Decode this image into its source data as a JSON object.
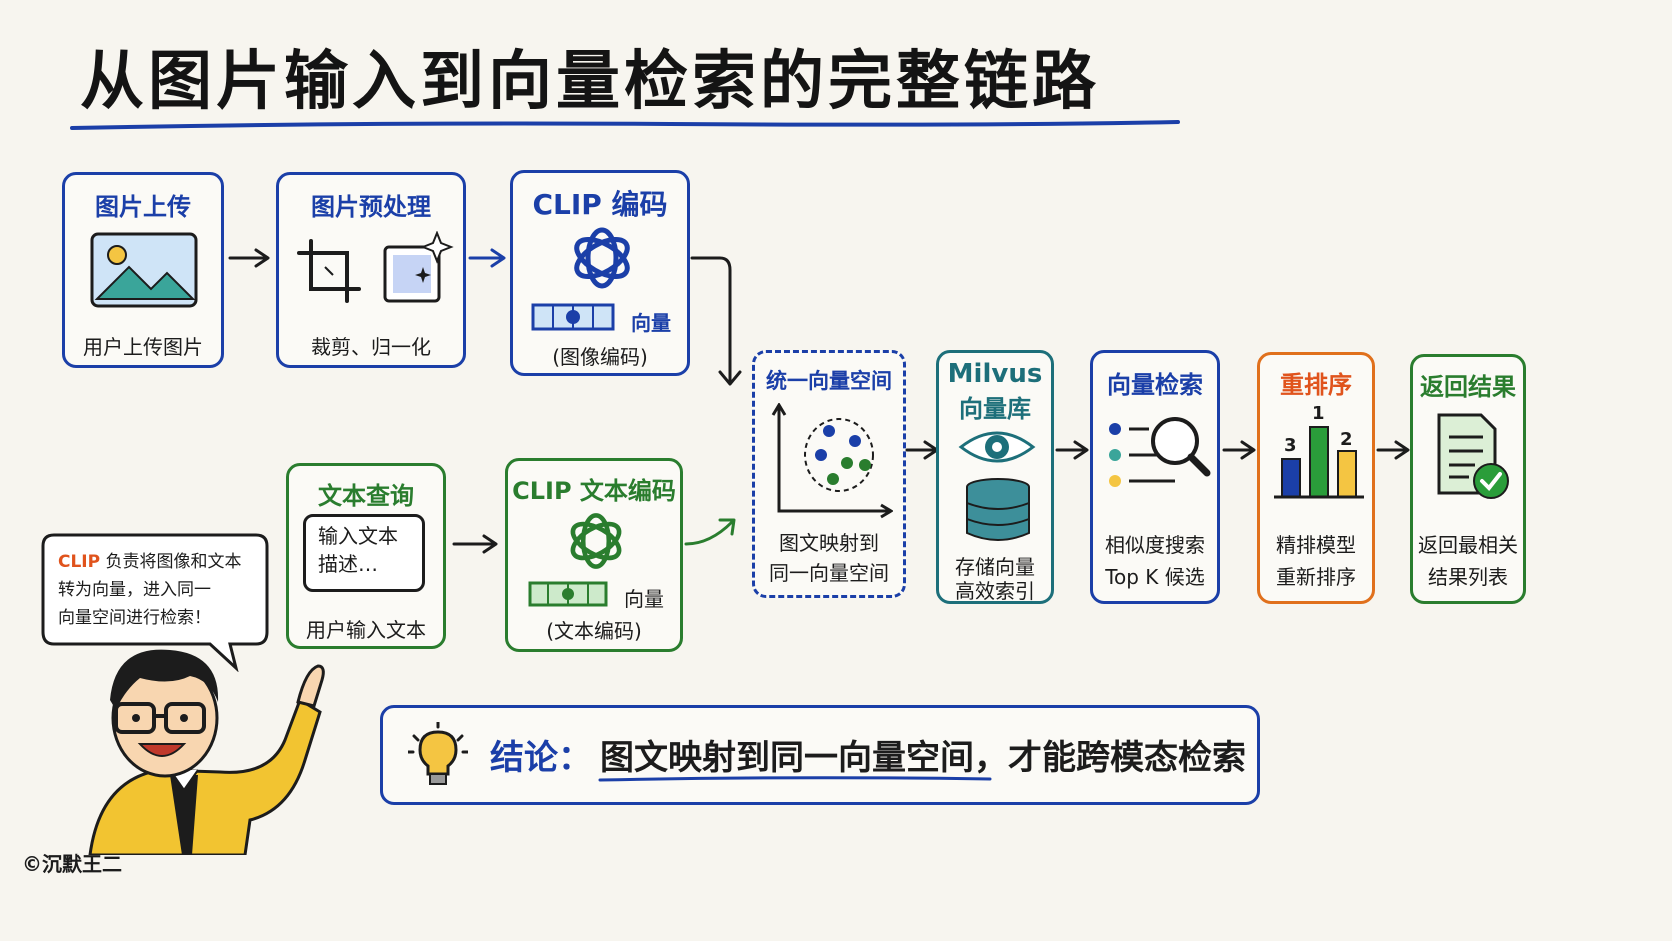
{
  "title": "从图片输入到向量检索的完整链路",
  "colors": {
    "blue": "#1b3fa8",
    "green": "#2a7d2e",
    "teal": "#1d6f7a",
    "orange": "#e0701c",
    "background": "#f7f5ef"
  },
  "steps": {
    "upload": {
      "title": "图片上传",
      "caption": "用户上传图片"
    },
    "preprocess": {
      "title": "图片预处理",
      "caption": "裁剪、归一化"
    },
    "clip_image": {
      "title": "CLIP 编码",
      "vector_label": "向量",
      "caption": "(图像编码)"
    },
    "text_query": {
      "title": "文本查询",
      "input_text": "输入文本\n描述…",
      "caption": "用户输入文本"
    },
    "clip_text": {
      "title": "CLIP 文本编码",
      "vector_label": "向量",
      "caption": "(文本编码)"
    },
    "unified_space": {
      "title": "统一向量空间",
      "caption_line1": "图文映射到",
      "caption_line2": "同一向量空间"
    },
    "milvus": {
      "title_line1": "Milvus",
      "title_line2": "向量库",
      "caption_line1": "存储向量",
      "caption_line2": "高效索引"
    },
    "vector_search": {
      "title": "向量检索",
      "caption_line1": "相似度搜索",
      "caption_line2": "Top K 候选"
    },
    "rerank": {
      "title": "重排序",
      "caption_line1": "精排模型",
      "caption_line2": "重新排序",
      "bar_labels": [
        "3",
        "1",
        "2"
      ]
    },
    "return_results": {
      "title": "返回结果",
      "caption_line1": "返回最相关",
      "caption_line2": "结果列表"
    }
  },
  "speech_bubble": {
    "highlight": "CLIP",
    "text_line1": " 负责将图像和文本",
    "text_line2": "转为向量，进入同一",
    "text_line3": "向量空间进行检索！"
  },
  "conclusion": {
    "label": "结论：",
    "text": "图文映射到同一向量空间，才能跨模态检索"
  },
  "copyright": "©沉默王二",
  "icons": [
    "image-icon",
    "crop-icon",
    "sparkle-image-icon",
    "openai-logo-icon",
    "vector-bar-icon",
    "scatter-plot-icon",
    "eye-icon",
    "database-icon",
    "magnifier-list-icon",
    "bar-chart-icon",
    "document-check-icon",
    "lightbulb-icon",
    "person-pointing-icon"
  ]
}
